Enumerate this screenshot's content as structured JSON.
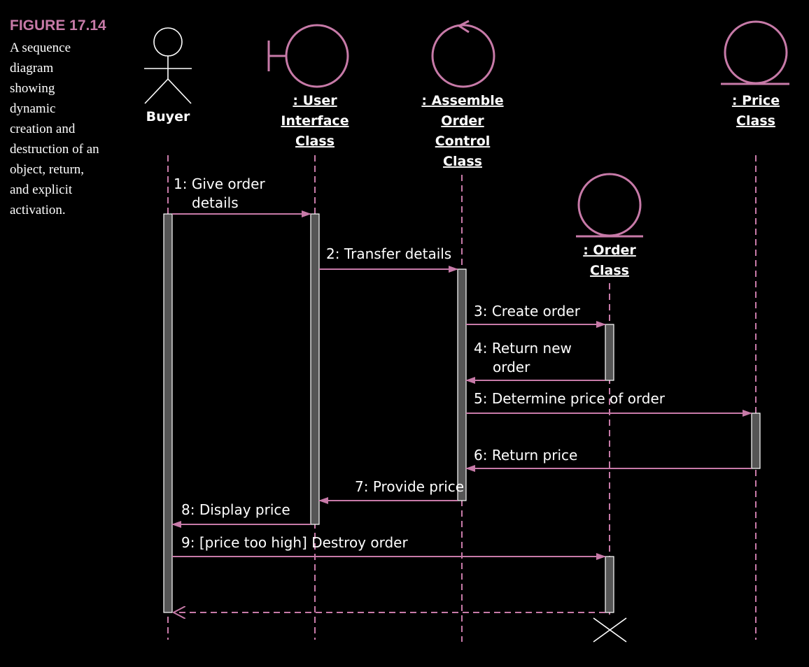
{
  "caption": {
    "figure_number": "FIGURE 17.14",
    "lines": [
      "A sequence",
      "diagram",
      "showing",
      "dynamic",
      "creation and",
      "destruction of an",
      "object, return,",
      "and explicit",
      "activation."
    ]
  },
  "colors": {
    "accent": "#c77aa8",
    "text": "#ffffff",
    "background": "#000000",
    "activation": "#555555"
  },
  "participants": [
    {
      "id": "buyer",
      "icon": "actor-icon",
      "label_lines": [
        "Buyer"
      ]
    },
    {
      "id": "ui",
      "icon": "boundary-icon",
      "label_lines": [
        ": User",
        "Interface",
        "Class"
      ]
    },
    {
      "id": "control",
      "icon": "control-icon",
      "label_lines": [
        ": Assemble",
        "Order",
        "Control",
        "Class"
      ]
    },
    {
      "id": "order",
      "icon": "entity-icon",
      "label_lines": [
        ": Order",
        "Class"
      ]
    },
    {
      "id": "price",
      "icon": "entity-icon",
      "label_lines": [
        ": Price",
        "Class"
      ]
    }
  ],
  "messages": [
    {
      "id": "m1",
      "label_lines": [
        "1: Give order",
        "details"
      ]
    },
    {
      "id": "m2",
      "label_lines": [
        "2: Transfer details"
      ]
    },
    {
      "id": "m3",
      "label_lines": [
        "3: Create order"
      ]
    },
    {
      "id": "m4",
      "label_lines": [
        "4: Return new",
        "order"
      ]
    },
    {
      "id": "m5",
      "label_lines": [
        "5: Determine price of order"
      ]
    },
    {
      "id": "m6",
      "label_lines": [
        "6: Return price"
      ]
    },
    {
      "id": "m7",
      "label_lines": [
        "7: Provide price"
      ]
    },
    {
      "id": "m8",
      "label_lines": [
        "8: Display price"
      ]
    },
    {
      "id": "m9",
      "label_lines": [
        "9: [price too high] Destroy order"
      ]
    }
  ]
}
